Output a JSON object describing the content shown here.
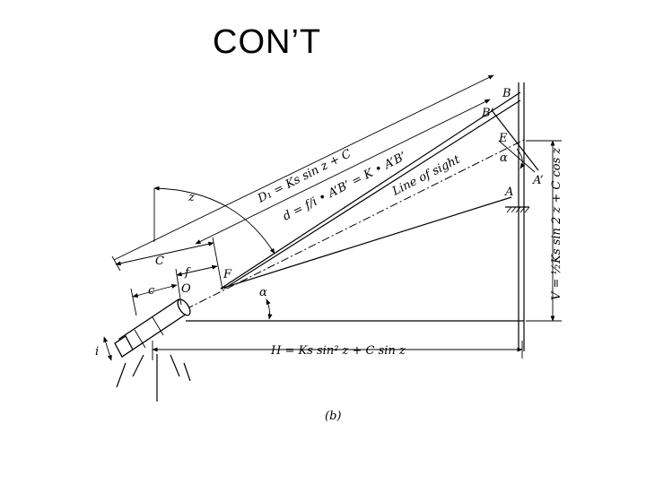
{
  "slide": {
    "title": "CON’T"
  },
  "figure": {
    "caption": "(b)",
    "labels": {
      "B": "B",
      "B_prime": "B’",
      "E": "E",
      "alpha_top": "α",
      "A_prime": "A’",
      "A": "A",
      "z": "z",
      "C": "C",
      "c": "c",
      "f": "f",
      "O": "O",
      "F": "F",
      "alpha_bottom": "α",
      "i": "i",
      "line_of_sight": "Line of sight",
      "D1_formula": "D₁ = Ks sin z + C",
      "d_formula": "d = f/i • A’B’ = K • A’B’",
      "V_formula": "V = ½Ks sin 2 z + C cos z",
      "H_formula": "H = Ks sin² z + C sin z"
    }
  }
}
